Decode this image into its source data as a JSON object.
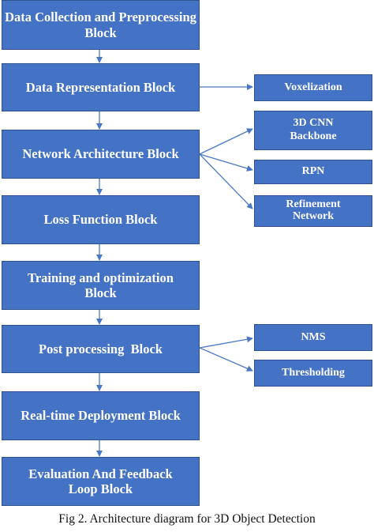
{
  "main_blocks": [
    {
      "label": "Data Collection and Preprocessing Block"
    },
    {
      "label": "Data Representation Block"
    },
    {
      "label": "Network Architecture Block"
    },
    {
      "label": "Loss Function Block"
    },
    {
      "label": "Training and optimization Block"
    },
    {
      "label": "Post processing  Block"
    },
    {
      "label": "Real-time Deployment Block"
    },
    {
      "label": "Evaluation And Feedback Loop Block"
    }
  ],
  "side_blocks": [
    {
      "label": "Voxelization"
    },
    {
      "label": "3D CNN Backbone"
    },
    {
      "label": "RPN"
    },
    {
      "label": "Refinement Network"
    },
    {
      "label": "NMS"
    },
    {
      "label": "Thresholding"
    }
  ],
  "caption": "Fig 2. Architecture diagram for 3D Object Detection",
  "colors": {
    "box_fill": "#4472c4",
    "box_border": "#2f528f",
    "arrow": "#4a78c5",
    "text": "#ffffff"
  }
}
